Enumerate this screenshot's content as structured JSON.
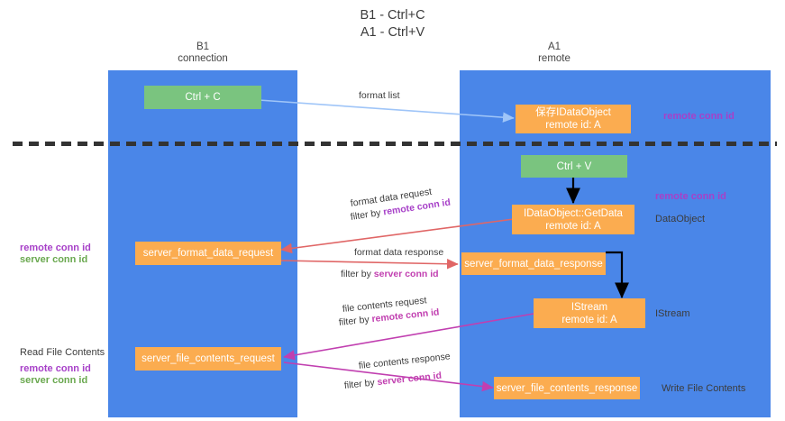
{
  "title": "B1 - Ctrl+C\nA1 - Ctrl+V",
  "columns": [
    {
      "id": "b1",
      "header": "B1\nconnection"
    },
    {
      "id": "a1",
      "header": "A1\nremote"
    }
  ],
  "nodes": {
    "ctrl_c": "Ctrl + C",
    "ctrl_v": "Ctrl + V",
    "remote_dataobject": "保存IDataObject\nremote id: A",
    "get_data": "IDataObject::GetData\nremote id: A",
    "istream": "IStream\nremote id: A",
    "server_format_data_request": "server_format_data_request",
    "server_format_data_response": "server_format_data_response",
    "server_file_contents_request": "server_file_contents_request",
    "server_file_contents_response": "server_file_contents_response"
  },
  "edges": {
    "format_list": "format list",
    "format_data_request": "format data request",
    "format_data_request_filter_prefix": "filter by ",
    "format_data_request_filter_key": "remote conn id",
    "format_data_response": "format data response",
    "format_data_response_filter_prefix": "filter by ",
    "format_data_response_filter_key": "server conn id",
    "file_contents_request": "file contents request",
    "file_contents_request_filter_prefix": "filter by ",
    "file_contents_request_filter_key": "remote conn id",
    "file_contents_response": "file contents response",
    "file_contents_response_filter_prefix": "filter by ",
    "file_contents_response_filter_key": "server conn id"
  },
  "annotations": {
    "right_remote_conn_id_top": "remote conn id",
    "right_remote_conn_id_mid": "remote conn id",
    "right_dataobject": "DataObject",
    "right_istream": "IStream",
    "right_write_file_contents": "Write File Contents",
    "left_remote_conn_id_mid": "remote conn id",
    "left_server_conn_id_mid": "server conn id",
    "left_read_file_contents": "Read File Contents",
    "left_remote_conn_id_bottom": "remote conn id",
    "left_server_conn_id_bottom": "server conn id"
  },
  "colors": {
    "column_band": "#4a86e8",
    "node_green": "#7ac47f",
    "node_orange": "#fbac50",
    "remote_conn_id": "#a740c8",
    "server_conn_id": "#6aa84f",
    "filter_key_magenta": "#c13fb0",
    "arrow_blue": "#9fc5f8",
    "arrow_red": "#e06666",
    "arrow_magenta": "#c13fb0",
    "arrow_black": "#000000",
    "divider": "#333333"
  }
}
